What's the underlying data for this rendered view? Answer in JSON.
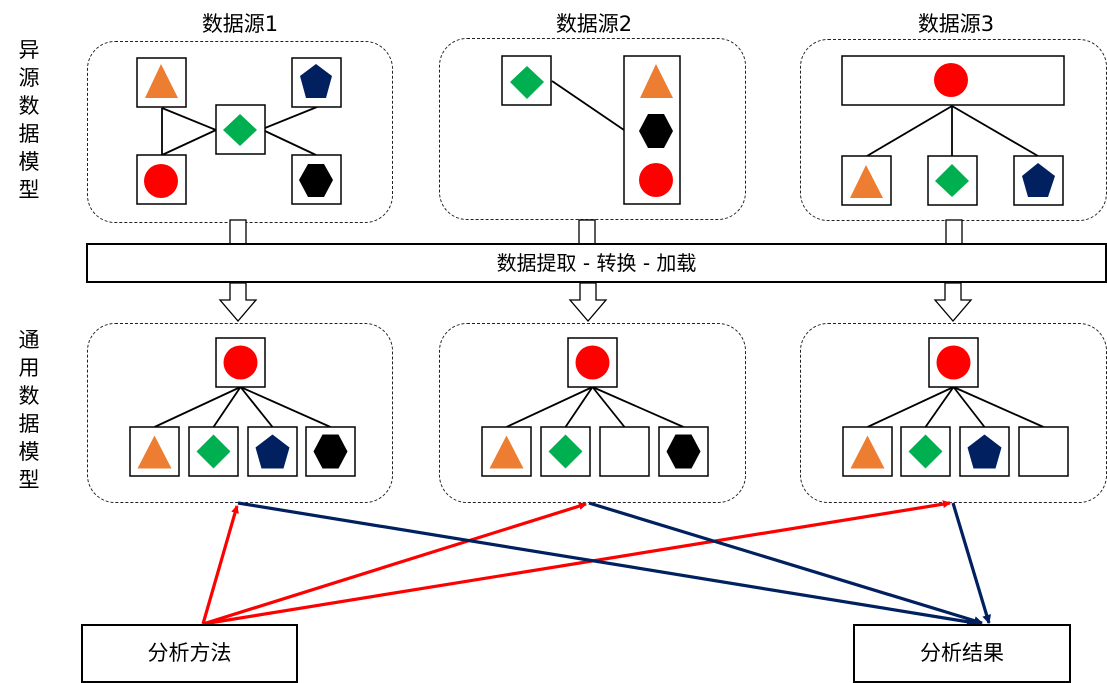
{
  "row_labels": {
    "heterogeneous": "异源数据模型",
    "common": "通用数据模型"
  },
  "sources": [
    {
      "title": "数据源1"
    },
    {
      "title": "数据源2"
    },
    {
      "title": "数据源3"
    }
  ],
  "etl_label": "数据提取 - 转换 - 加载",
  "analysis_method": "分析方法",
  "analysis_result": "分析结果",
  "colors": {
    "triangle": "#ED7D31",
    "diamond": "#00B050",
    "pentagon": "#002060",
    "hexagon": "#000000",
    "circle": "#FF0000",
    "method_arrow": "#FF0000",
    "result_arrow": "#002060"
  },
  "heterogeneous_models": [
    {
      "structure": "graph",
      "nodes": [
        "triangle",
        "pentagon",
        "diamond",
        "circle",
        "hexagon"
      ]
    },
    {
      "structure": "link-to-stack",
      "nodes": [
        "diamond",
        [
          "triangle",
          "hexagon",
          "circle"
        ]
      ]
    },
    {
      "structure": "tree",
      "root": "circle",
      "children": [
        "triangle",
        "diamond",
        "pentagon"
      ]
    }
  ],
  "common_models": [
    {
      "root": "circle",
      "children": [
        "triangle",
        "diamond",
        "pentagon",
        "hexagon"
      ]
    },
    {
      "root": "circle",
      "children": [
        "triangle",
        "diamond",
        "empty",
        "hexagon"
      ]
    },
    {
      "root": "circle",
      "children": [
        "triangle",
        "diamond",
        "pentagon",
        "empty"
      ]
    }
  ]
}
